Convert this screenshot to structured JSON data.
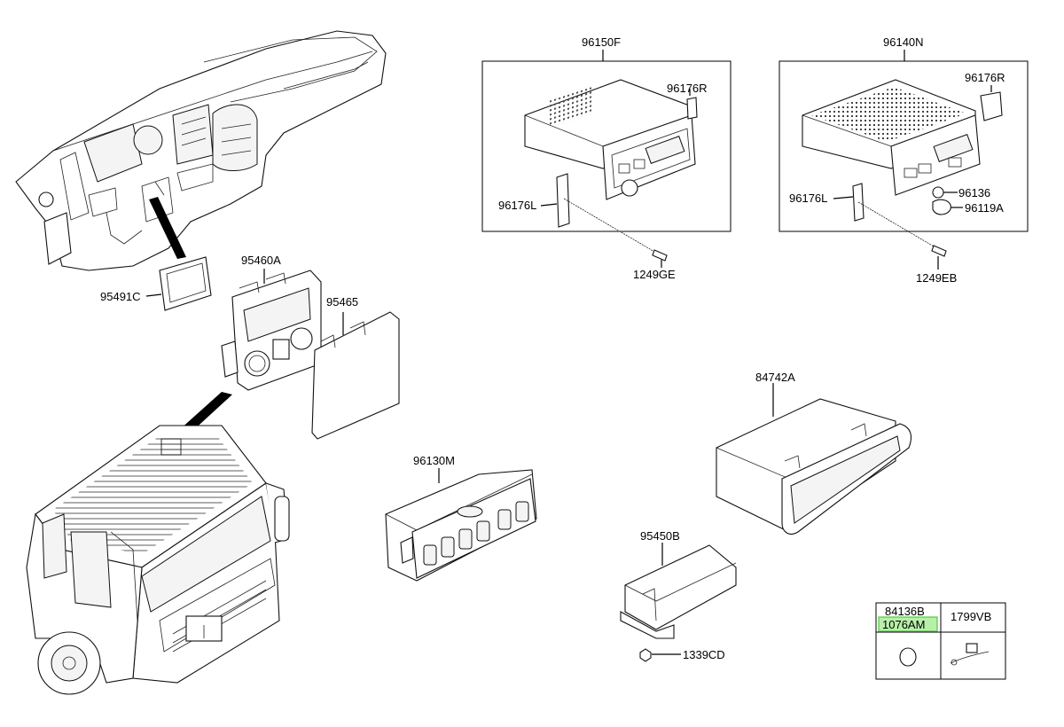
{
  "labels": {
    "p96150F": "96150F",
    "p96140N": "96140N",
    "p96176R_a": "96176R",
    "p96176R_b": "96176R",
    "p96176L_a": "96176L",
    "p96176L_b": "96176L",
    "p96136": "96136",
    "p96119A": "96119A",
    "p1249GE": "1249GE",
    "p1249EB": "1249EB",
    "p95491C": "95491C",
    "p95460A": "95460A",
    "p95465": "95465",
    "p96130M": "96130M",
    "p84742A": "84742A",
    "p95450B": "95450B",
    "p1339CD": "1339CD"
  },
  "legend_table": {
    "col1_top": "84136B",
    "col1_highlight": "1076AM",
    "col2": "1799VB"
  },
  "colors": {
    "line": "#000000",
    "highlight_fill": "#b8f0a8",
    "highlight_border": "#5cc24a"
  }
}
